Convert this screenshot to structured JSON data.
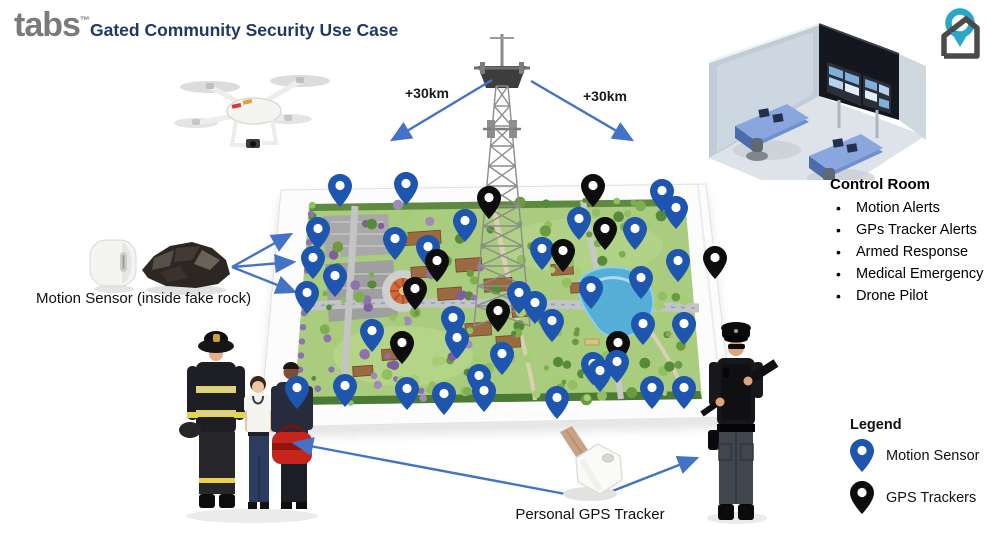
{
  "header": {
    "brand": "tabs",
    "brand_tm": "™",
    "title": "Gated Community Security Use Case"
  },
  "annotations": {
    "range_left": "+30km",
    "range_right": "+30km",
    "motion_sensor_label": "Motion Sensor (inside fake rock)",
    "gps_tracker_label": "Personal GPS Tracker"
  },
  "control_room": {
    "heading": "Control Room",
    "items": [
      "Motion Alerts",
      "GPs Tracker Alerts",
      "Armed Response",
      "Medical Emergency",
      "Drone Pilot"
    ]
  },
  "legend": {
    "heading": "Legend",
    "items": [
      {
        "label": "Motion Sensor",
        "type": "motion"
      },
      {
        "label": "GPS Trackers",
        "type": "gps"
      }
    ]
  },
  "colors": {
    "accent_blue": "#4472c4",
    "pin_blue": "#1e55ae",
    "pin_black": "#0d0d0d",
    "title_navy": "#1f3864",
    "brand_gray": "#7a7a7a",
    "logo_teal": "#28a7c6"
  },
  "map": {
    "pins": [
      [
        340,
        207,
        "m"
      ],
      [
        406,
        205,
        "m"
      ],
      [
        465,
        242,
        "m"
      ],
      [
        318,
        250,
        "m"
      ],
      [
        313,
        279,
        "m"
      ],
      [
        335,
        297,
        "m"
      ],
      [
        307,
        314,
        "m"
      ],
      [
        395,
        260,
        "m"
      ],
      [
        372,
        352,
        "m"
      ],
      [
        453,
        339,
        "m"
      ],
      [
        457,
        359,
        "m"
      ],
      [
        479,
        397,
        "m"
      ],
      [
        502,
        375,
        "m"
      ],
      [
        519,
        314,
        "m"
      ],
      [
        535,
        324,
        "m"
      ],
      [
        542,
        270,
        "m"
      ],
      [
        552,
        342,
        "m"
      ],
      [
        579,
        240,
        "m"
      ],
      [
        591,
        309,
        "m"
      ],
      [
        600,
        392,
        "m"
      ],
      [
        635,
        250,
        "m"
      ],
      [
        641,
        299,
        "m"
      ],
      [
        662,
        212,
        "m"
      ],
      [
        676,
        229,
        "m"
      ],
      [
        678,
        282,
        "m"
      ],
      [
        643,
        345,
        "m"
      ],
      [
        684,
        345,
        "m"
      ],
      [
        684,
        409,
        "m"
      ],
      [
        652,
        409,
        "m"
      ],
      [
        297,
        409,
        "m"
      ],
      [
        345,
        407,
        "m"
      ],
      [
        407,
        410,
        "m"
      ],
      [
        444,
        415,
        "m"
      ],
      [
        484,
        412,
        "m"
      ],
      [
        557,
        419,
        "m"
      ],
      [
        593,
        385,
        "m"
      ],
      [
        617,
        383,
        "m"
      ],
      [
        428,
        268,
        "m"
      ],
      [
        489,
        219,
        "g"
      ],
      [
        593,
        207,
        "g"
      ],
      [
        605,
        250,
        "g"
      ],
      [
        563,
        272,
        "g"
      ],
      [
        715,
        279,
        "g"
      ],
      [
        437,
        282,
        "g"
      ],
      [
        415,
        310,
        "g"
      ],
      [
        498,
        332,
        "g"
      ],
      [
        402,
        364,
        "g"
      ],
      [
        618,
        364,
        "g"
      ]
    ]
  }
}
